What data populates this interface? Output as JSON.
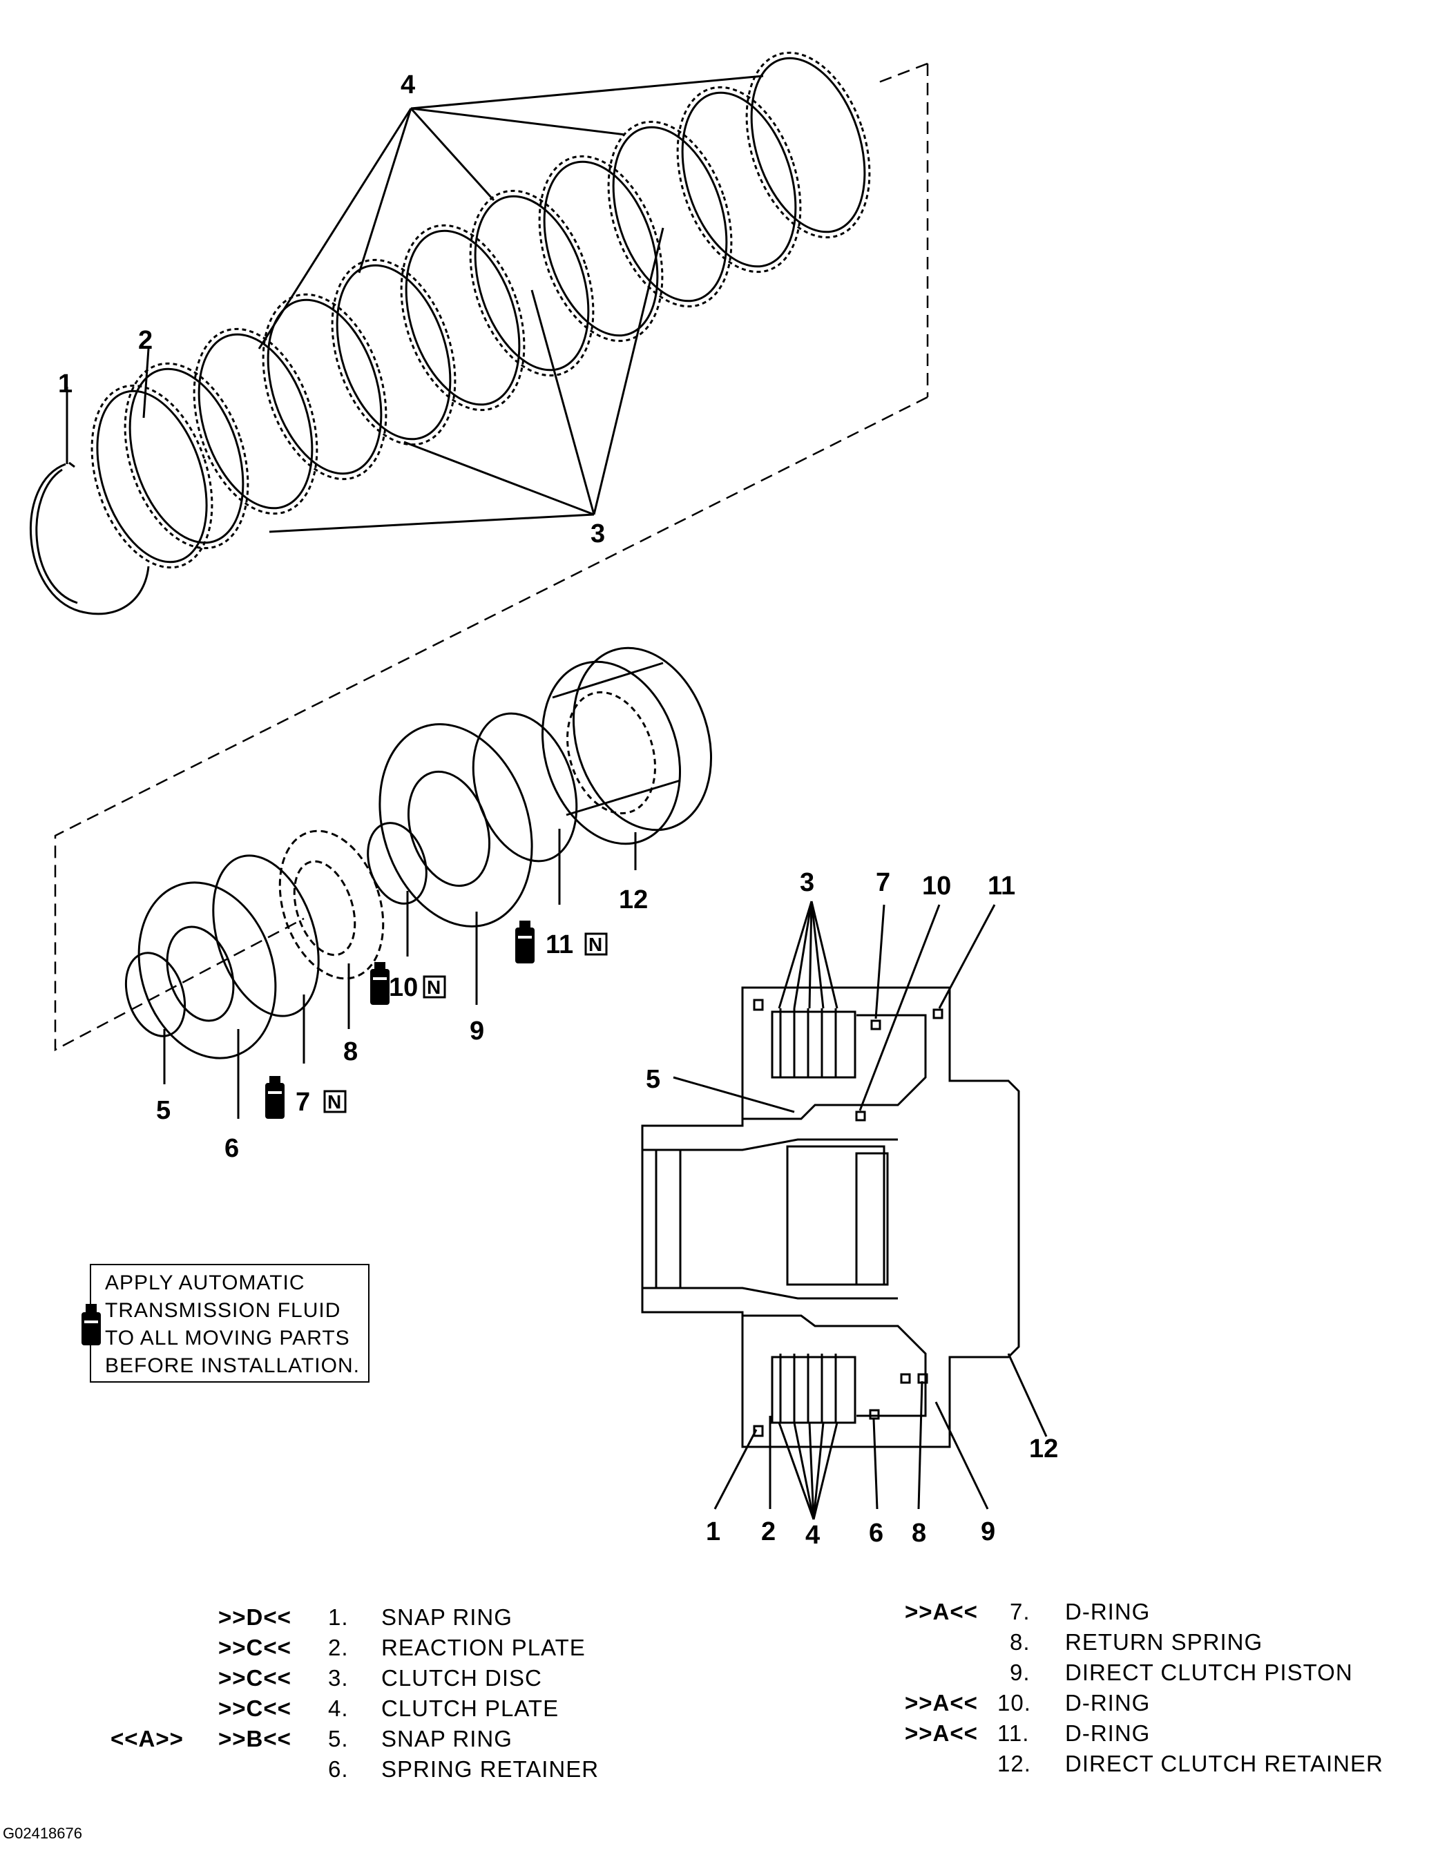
{
  "callouts": {
    "top_4": "4",
    "top_2": "2",
    "top_1": "1",
    "top_3": "3",
    "mid_12": "12",
    "mid_11": "11",
    "mid_10": "10",
    "mid_9": "9",
    "mid_8": "8",
    "mid_7": "7",
    "mid_6": "6",
    "mid_5": "5",
    "sec_3": "3",
    "sec_7": "7",
    "sec_10": "10",
    "sec_11": "11",
    "sec_5": "5",
    "sec_12": "12",
    "sec_1": "1",
    "sec_2": "2",
    "sec_4": "4",
    "sec_6": "6",
    "sec_8": "8",
    "sec_9": "9",
    "new_part_mark": "N"
  },
  "note": {
    "lines": [
      "APPLY AUTOMATIC",
      "TRANSMISSION FLUID",
      "TO ALL MOVING PARTS",
      "BEFORE INSTALLATION."
    ],
    "icon": "fluid-bottle-icon"
  },
  "legend_left": [
    {
      "code2": "",
      "code": ">>D<<",
      "num": "1.",
      "label": "SNAP RING"
    },
    {
      "code2": "",
      "code": ">>C<<",
      "num": "2.",
      "label": "REACTION PLATE"
    },
    {
      "code2": "",
      "code": ">>C<<",
      "num": "3.",
      "label": "CLUTCH DISC"
    },
    {
      "code2": "",
      "code": ">>C<<",
      "num": "4.",
      "label": "CLUTCH PLATE"
    },
    {
      "code2": "<<A>>",
      "code": ">>B<<",
      "num": "5.",
      "label": "SNAP RING"
    },
    {
      "code2": "",
      "code": "",
      "num": "6.",
      "label": "SPRING RETAINER"
    }
  ],
  "legend_right": [
    {
      "code": ">>A<<",
      "num": "7.",
      "label": "D-RING"
    },
    {
      "code": "",
      "num": "8.",
      "label": "RETURN SPRING"
    },
    {
      "code": "",
      "num": "9.",
      "label": "DIRECT CLUTCH PISTON"
    },
    {
      "code": ">>A<<",
      "num": "10.",
      "label": "D-RING"
    },
    {
      "code": ">>A<<",
      "num": "11.",
      "label": "D-RING"
    },
    {
      "code": "",
      "num": "12.",
      "label": "DIRECT CLUTCH RETAINER"
    }
  ],
  "figure_id": "G02418676"
}
